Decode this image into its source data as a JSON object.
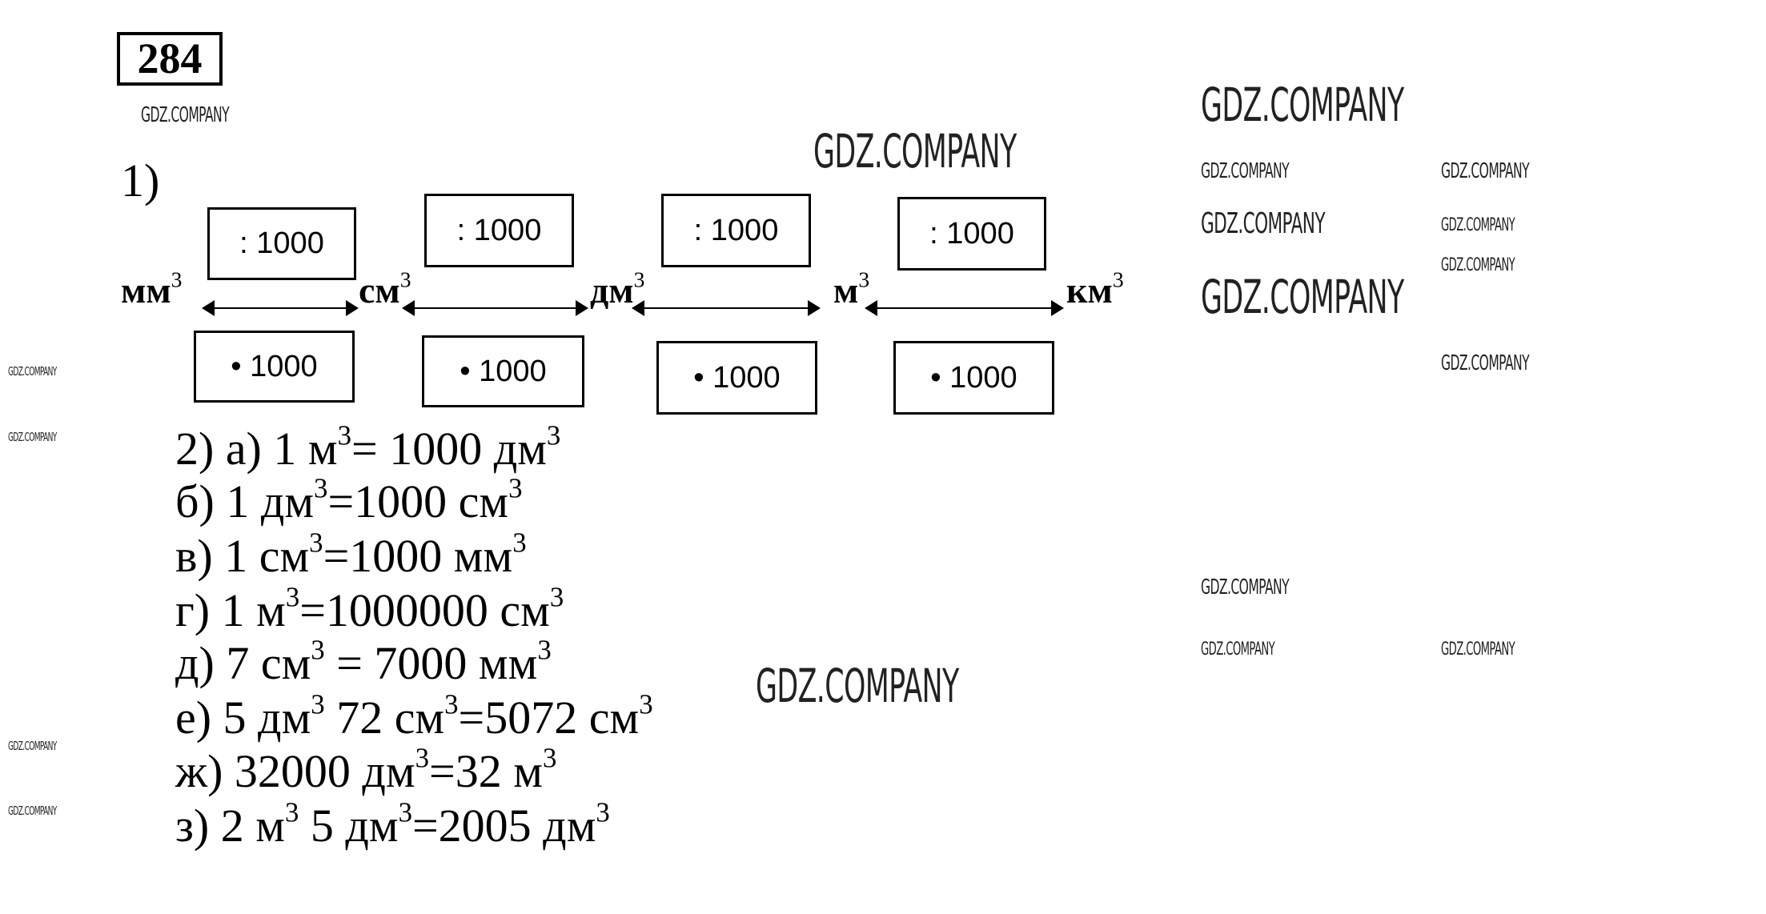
{
  "exercise_number": "284",
  "part1": {
    "label": "1)",
    "units": [
      "мм",
      "см",
      "дм",
      "м",
      "км"
    ],
    "exponent": "3",
    "divide_labels": [
      ": 1000",
      ": 1000",
      ": 1000",
      ": 1000"
    ],
    "multiply_labels": [
      "• 1000",
      "• 1000",
      "• 1000",
      "• 1000"
    ]
  },
  "part2": {
    "lines": [
      {
        "prefix": "2) а) 1 м",
        "mid": "= 1000 дм",
        "tail": ""
      },
      {
        "prefix": "б) 1 дм",
        "mid": "=1000 см",
        "tail": ""
      },
      {
        "prefix": "в) 1 см",
        "mid": "=1000 мм",
        "tail": ""
      },
      {
        "prefix": "г) 1 м",
        "mid": "=1000000 см",
        "tail": ""
      },
      {
        "prefix": "д) 7 см",
        "mid": " = 7000 мм",
        "tail": ""
      },
      {
        "prefix": "е) 5 дм",
        "mid": " 72 см",
        "tail": "=5072 см"
      },
      {
        "prefix": "ж) 32000 дм",
        "mid": "=32 м",
        "tail": ""
      },
      {
        "prefix": "з) 2 м",
        "mid": " 5 дм",
        "tail": "=2005 дм"
      }
    ]
  },
  "watermark": "GDZ.COMPANY"
}
